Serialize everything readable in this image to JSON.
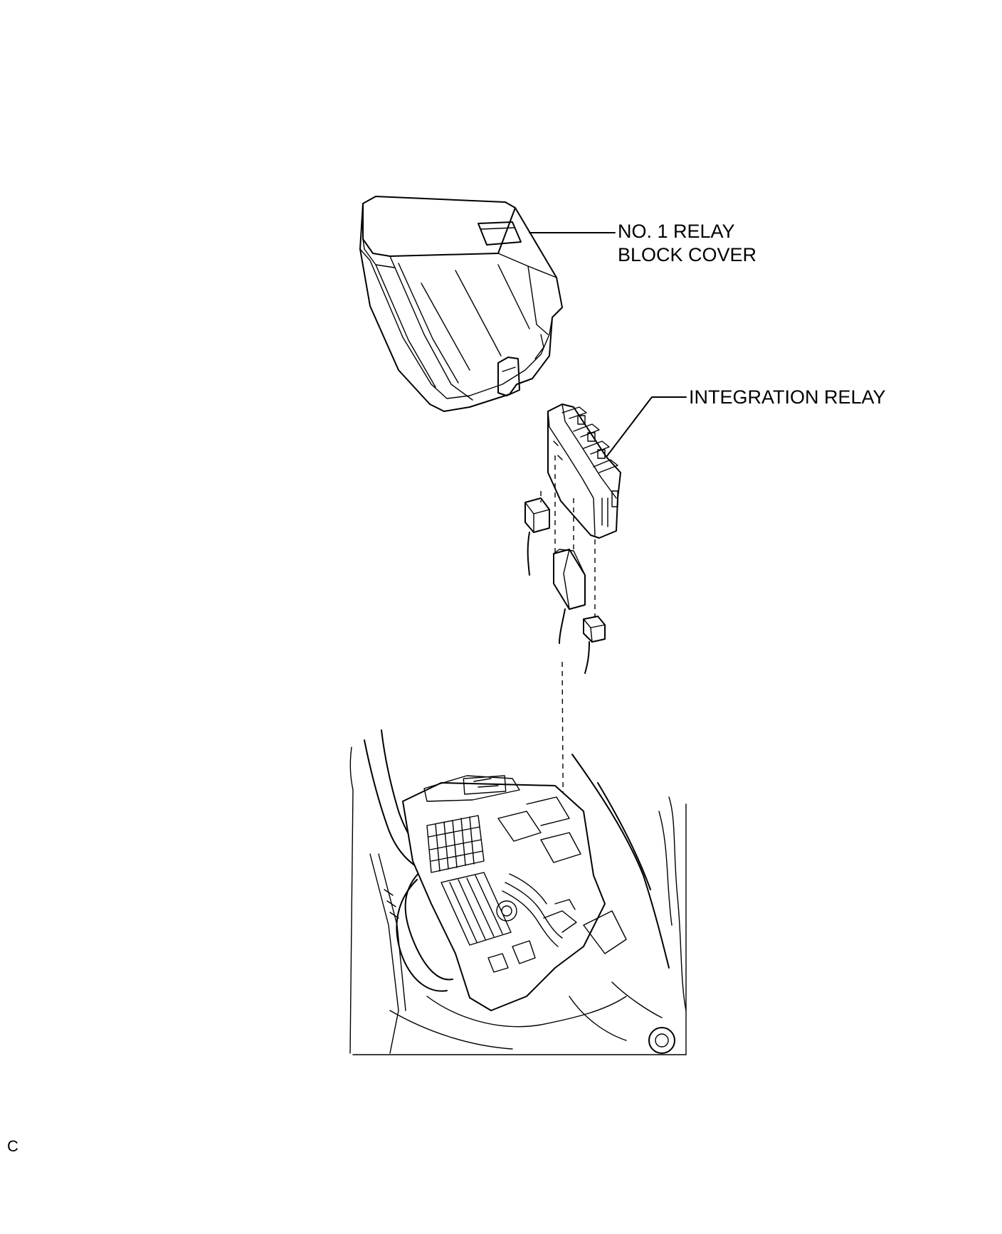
{
  "labels": {
    "relay_block_cover": [
      "NO. 1 RELAY",
      "BLOCK COVER"
    ],
    "integration_relay": "INTEGRATION RELAY"
  },
  "corner_mark": "C"
}
